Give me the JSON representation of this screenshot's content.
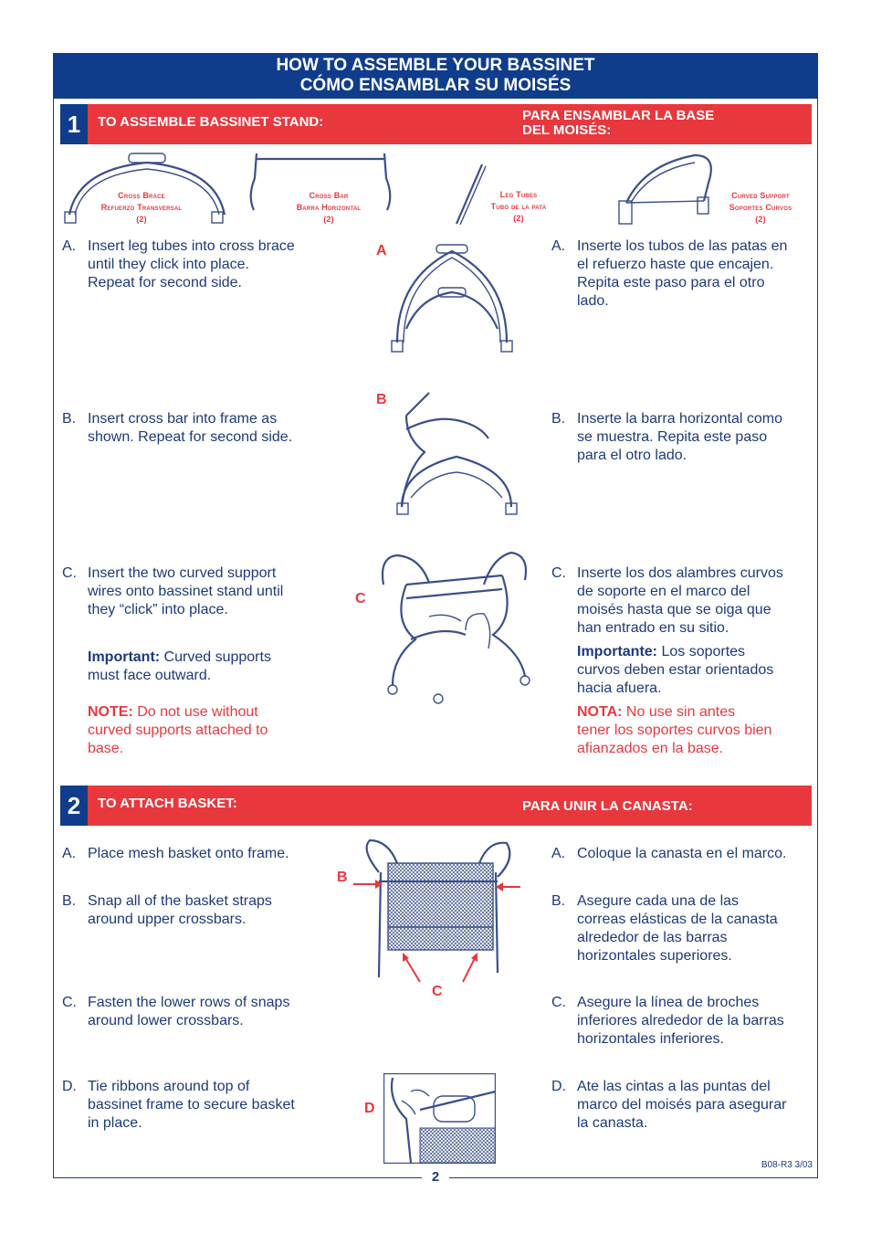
{
  "title": {
    "line1": "HOW TO ASSEMBLE YOUR BASSINET",
    "line2": "CÓMO ENSAMBLAR SU MOISÉS"
  },
  "section1": {
    "number": "1",
    "title_en": "TO ASSEMBLE BASSINET STAND:",
    "title_es_line1": "PARA ENSAMBLAR LA BASE",
    "title_es_line2": "DEL MOISÉS:"
  },
  "parts": [
    {
      "name_en": "Cross Brace",
      "name_es": "Refuerzo Transversal",
      "qty": "(2)"
    },
    {
      "name_en": "Cross Bar",
      "name_es": "Barra Horizontal",
      "qty": "(2)"
    },
    {
      "name_en": "Leg Tubes",
      "name_es": "Tubo de la pata",
      "qty": "(2)"
    },
    {
      "name_en": "Curved Support",
      "name_es": "Soportes Curvos",
      "qty": "(2)"
    }
  ],
  "steps1": {
    "A": {
      "letter": "A.",
      "en": [
        "Insert leg tubes into cross brace",
        "until they click into place.",
        "Repeat for second side."
      ],
      "es": [
        "Inserte los tubos de las patas en",
        "el refuerzo haste que encajen.",
        "Repita este paso para el otro",
        "lado."
      ]
    },
    "B": {
      "letter": "B.",
      "en": [
        "Insert cross bar into frame as",
        "shown.  Repeat for second side."
      ],
      "es": [
        "Inserte la barra horizontal como",
        "se muestra.  Repita este paso",
        "para el otro lado."
      ]
    },
    "C": {
      "letter": "C.",
      "en": [
        "Insert the two curved support",
        "wires onto bassinet stand until",
        "they “click” into place."
      ],
      "es": [
        "Inserte los dos alambres curvos",
        "de soporte en el marco del",
        "moisés hasta que se oiga que",
        "han entrado en su sitio."
      ]
    }
  },
  "notes1": {
    "important_label_en": "Important:",
    "important_text_en_1": " Curved supports",
    "important_text_en_2": "must face outward.",
    "note_label_en": "NOTE:",
    "note_text_en_1": " Do not use without",
    "note_text_en_2": "curved supports attached to",
    "note_text_en_3": "base.",
    "important_label_es": "Importante:",
    "important_text_es_1": " Los soportes",
    "important_text_es_2": "curvos deben estar orientados",
    "important_text_es_3": "hacia afuera.",
    "note_label_es": "NOTA:",
    "note_text_es_1": " No use sin antes",
    "note_text_es_2": "tener los soportes curvos bien",
    "note_text_es_3": "afianzados en la base."
  },
  "figure_letters": {
    "A": "A",
    "B": "B",
    "C": "C"
  },
  "section2": {
    "number": "2",
    "title_en": "TO ATTACH BASKET:",
    "title_es": "PARA UNIR LA CANASTA:"
  },
  "steps2": {
    "A": {
      "letter": "A.",
      "en": [
        "Place mesh basket onto frame."
      ],
      "es": [
        "Coloque la canasta en el marco."
      ]
    },
    "B": {
      "letter": "B.",
      "en": [
        "Snap all of the basket straps",
        "around upper crossbars."
      ],
      "es": [
        "Asegure cada una de las",
        "correas elásticas de la canasta",
        "alrededor de las barras",
        "horizontales superiores."
      ]
    },
    "C": {
      "letter": "C.",
      "en": [
        "Fasten the lower rows of snaps",
        "around lower crossbars."
      ],
      "es": [
        "Asegure la línea de broches",
        "inferiores alrededor de la barras",
        "horizontales inferiores."
      ]
    },
    "D": {
      "letter": "D.",
      "en": [
        "Tie ribbons around top of",
        "bassinet frame to secure basket",
        "in place."
      ],
      "es": [
        "Ate las cintas a las puntas del",
        "marco del moisés para asegurar",
        "la canasta."
      ]
    }
  },
  "figure2_letters": {
    "B": "B",
    "C": "C",
    "D": "D"
  },
  "footer": {
    "page": "2",
    "code": "B08-R3  3/03"
  },
  "colors": {
    "navy": "#0f3d8c",
    "red": "#e8383d",
    "text": "#1d3a7a"
  }
}
